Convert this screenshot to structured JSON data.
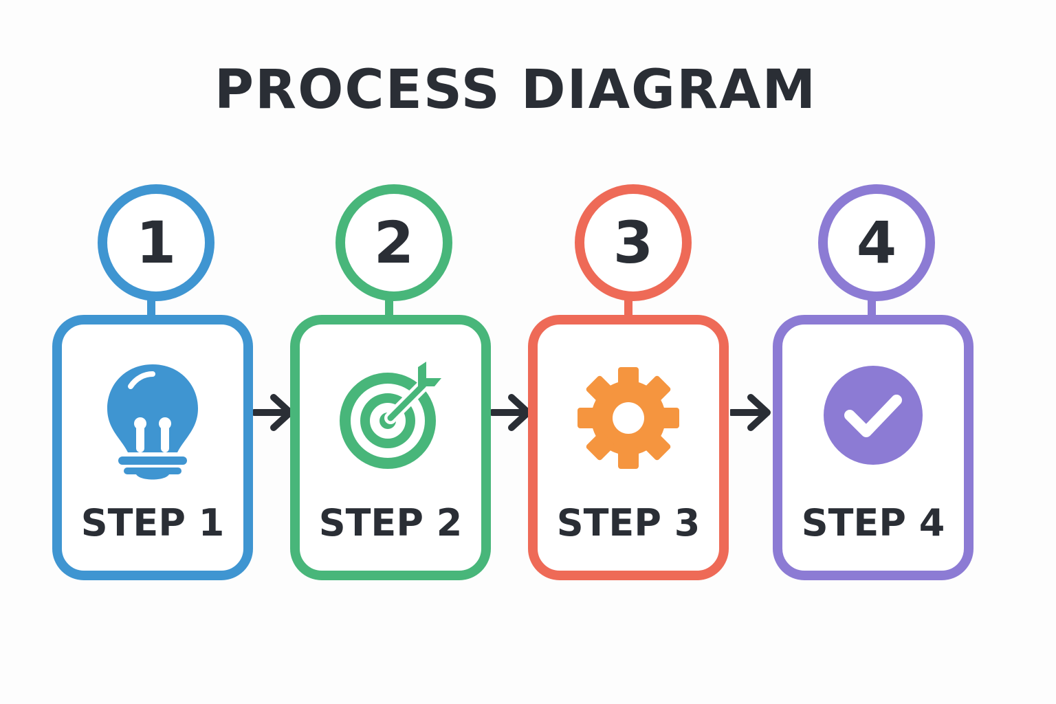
{
  "title": "PROCESS DIAGRAM",
  "steps": [
    {
      "number": "1",
      "label": "STEP 1",
      "color": "#3f95d1",
      "icon": "lightbulb-icon"
    },
    {
      "number": "2",
      "label": "STEP 2",
      "color": "#48b67a",
      "icon": "target-icon"
    },
    {
      "number": "3",
      "label": "STEP 3",
      "color": "#ee6a57",
      "icon": "gear-icon",
      "icon_color": "#f5953f"
    },
    {
      "number": "4",
      "label": "STEP 4",
      "color": "#8c7bd4",
      "icon": "check-circle-icon"
    }
  ],
  "arrow_color": "#2a2e35",
  "text_color": "#2a2e35"
}
